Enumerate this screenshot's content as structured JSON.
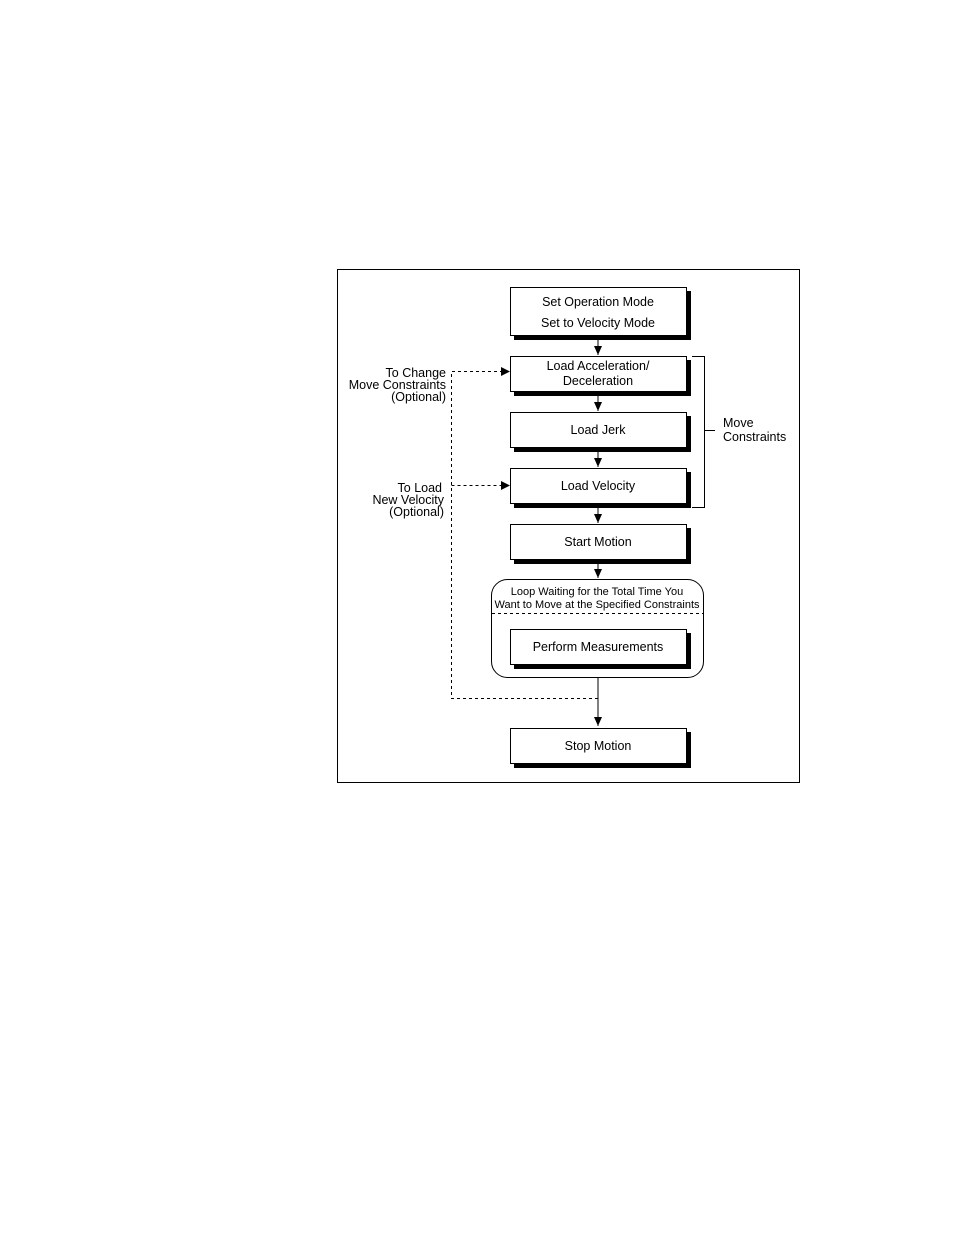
{
  "nodes": {
    "set_operation_mode": {
      "line1": "Set Operation Mode",
      "line2": "Set to Velocity Mode"
    },
    "load_accel": {
      "line1": "Load Acceleration/",
      "line2": "Deceleration"
    },
    "load_jerk": "Load Jerk",
    "load_velocity": "Load Velocity",
    "start_motion": "Start Motion",
    "loop": {
      "line1": "Loop Waiting for the Total Time You",
      "line2": "Want to Move at the Specified Constraints"
    },
    "perform_measurements": "Perform Measurements",
    "stop_motion": "Stop Motion"
  },
  "annotations": {
    "change_constraints": {
      "line1": "To Change",
      "line2": "Move Constraints",
      "line3": "(Optional)"
    },
    "load_new_velocity": {
      "line1": "To Load",
      "line2": "New Velocity",
      "line3": "(Optional)"
    },
    "move_constraints": {
      "line1": "Move",
      "line2": "Constraints"
    }
  }
}
